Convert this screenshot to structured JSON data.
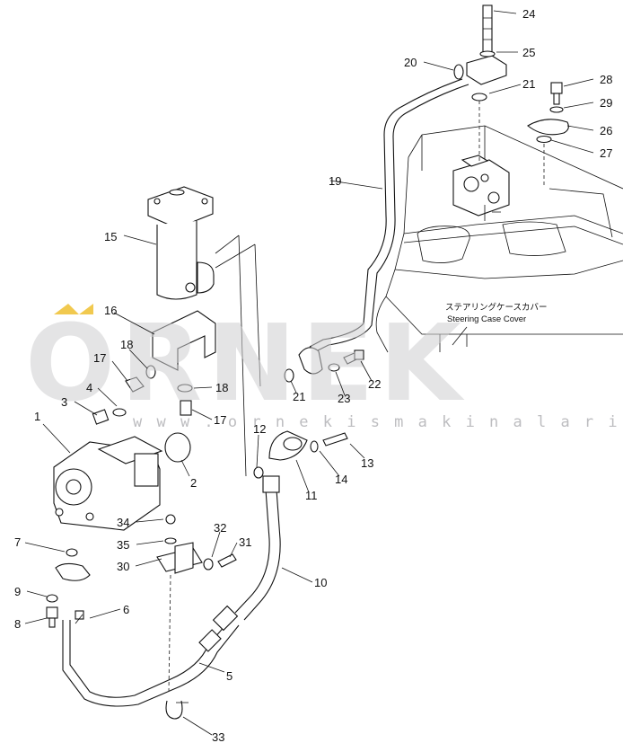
{
  "watermark": {
    "brand": "ORNEK",
    "url": "w w w . o r n e k i s m a k i n a l a r i . c o m . t r"
  },
  "note": {
    "jp": "ステアリングケースカバー",
    "en": "Steering Case Cover"
  },
  "callouts": {
    "c1": "1",
    "c2": "2",
    "c3": "3",
    "c4": "4",
    "c5": "5",
    "c6": "6",
    "c7": "7",
    "c8": "8",
    "c9": "9",
    "c10": "10",
    "c11": "11",
    "c12": "12",
    "c13": "13",
    "c14": "14",
    "c15": "15",
    "c16": "16",
    "c17a": "17",
    "c17b": "17",
    "c18a": "18",
    "c18b": "18",
    "c19": "19",
    "c20": "20",
    "c21a": "21",
    "c21b": "21",
    "c22": "22",
    "c23": "23",
    "c24": "24",
    "c25": "25",
    "c26": "26",
    "c27": "27",
    "c28": "28",
    "c29": "29",
    "c30": "30",
    "c31": "31",
    "c32": "32",
    "c33": "33",
    "c34": "34",
    "c35": "35"
  }
}
